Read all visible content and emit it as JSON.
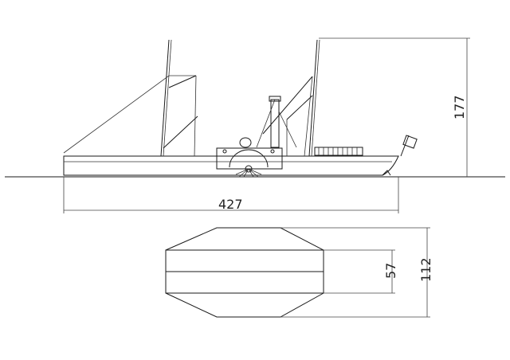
{
  "drawing": {
    "dimensions": {
      "length": "427",
      "height": "177",
      "deck_width": "57",
      "overall_width": "112"
    },
    "colors": {
      "line": "#1a1a1a",
      "background": "#ffffff"
    }
  }
}
